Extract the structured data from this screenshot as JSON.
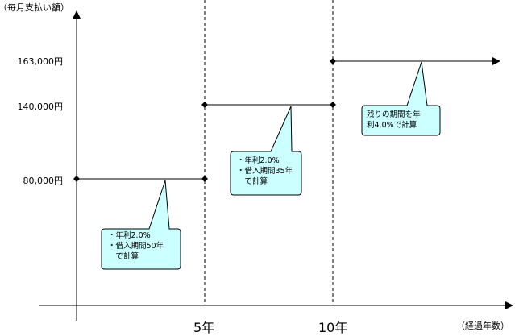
{
  "chart_data": {
    "type": "line",
    "ylabel": "（毎月支払い額）",
    "xlabel": "（経過年数）",
    "y_ticks": [
      "163,000円",
      "140,000円",
      "80,000円"
    ],
    "x_ticks": [
      "5年",
      "10年"
    ],
    "series": [
      {
        "x": [
          0,
          5,
          5,
          10,
          10,
          15
        ],
        "y": [
          80000,
          80000,
          140000,
          140000,
          163000,
          163000
        ]
      }
    ],
    "notes": [
      {
        "lines": [
          "・年利2.0%",
          "・借入期間50年",
          "　で計算"
        ]
      },
      {
        "lines": [
          "・年利2.0%",
          "・借入期間35年",
          "　で計算"
        ]
      },
      {
        "lines": [
          "残りの期間を年",
          "利4.0%で計算"
        ]
      }
    ],
    "colors": {
      "callout_fill": "#ccffff",
      "line": "#000000"
    }
  }
}
